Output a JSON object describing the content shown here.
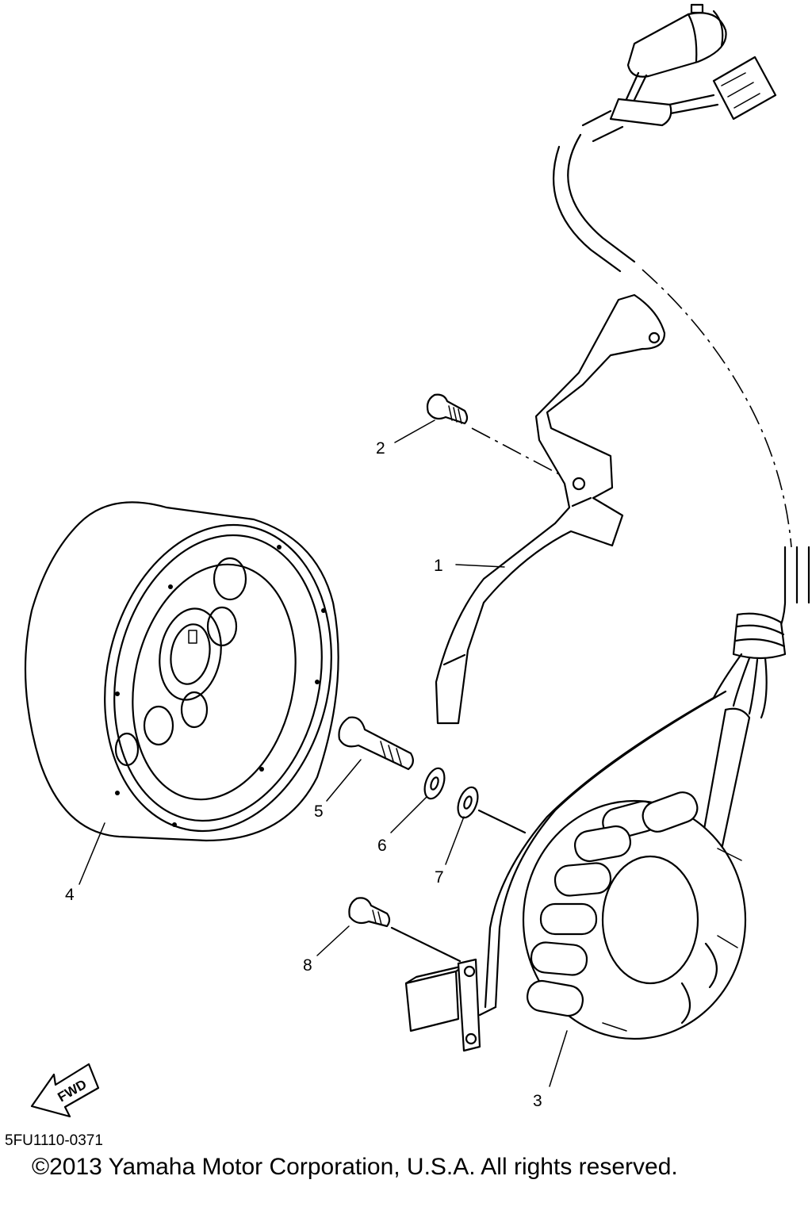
{
  "diagram": {
    "callouts": [
      "1",
      "2",
      "3",
      "4",
      "5",
      "6",
      "7",
      "8"
    ],
    "fwd_label": "FWD",
    "diagram_code": "5FU1110-0371",
    "copyright": "©2013 Yamaha Motor Corporation, U.S.A. All rights reserved."
  }
}
